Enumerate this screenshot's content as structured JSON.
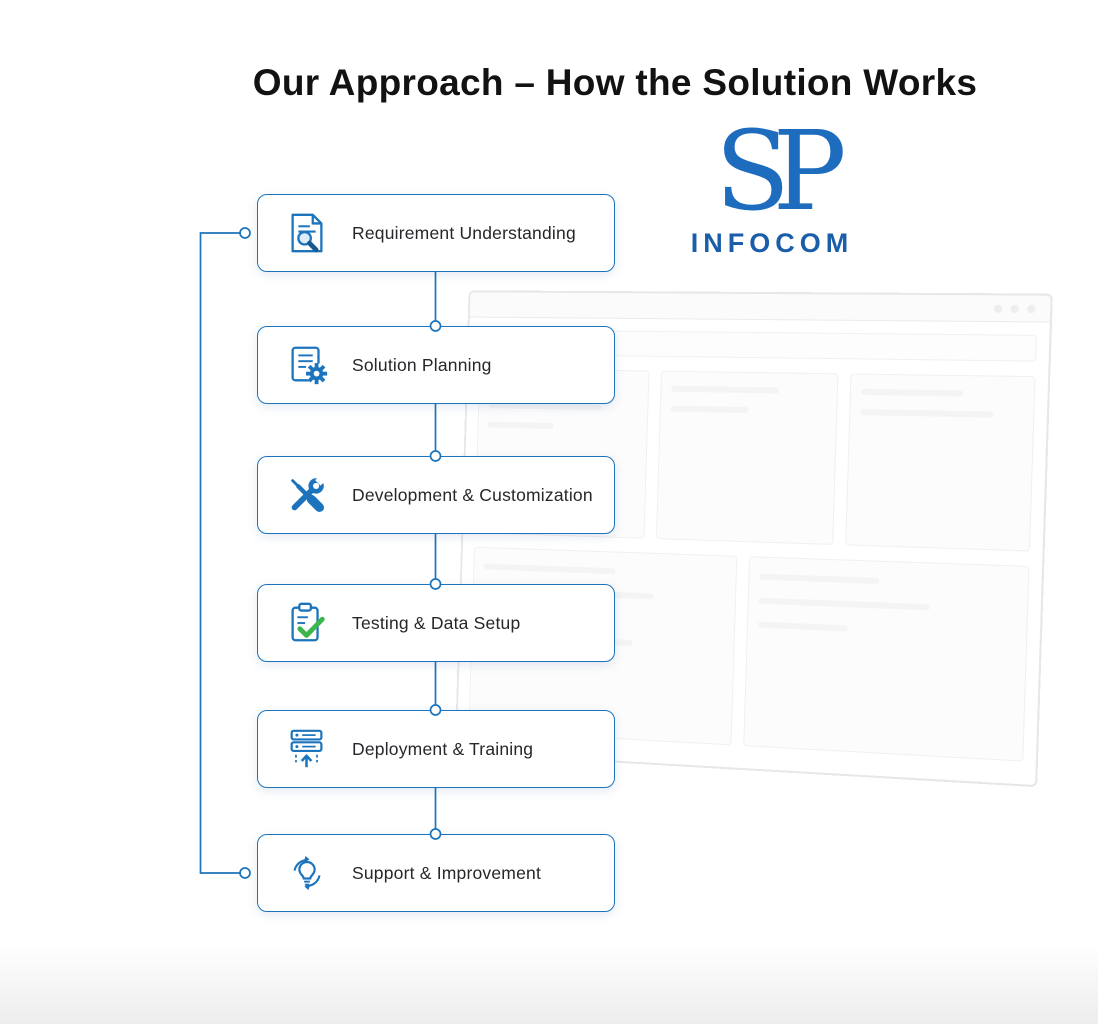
{
  "page": {
    "title": "Our Approach – How the Solution Works"
  },
  "logo": {
    "monogram": "SP",
    "company": "INFOCOM",
    "color": "#1e6cbe"
  },
  "colors": {
    "accent_blue": "#1c74bc",
    "title_text": "#121212",
    "step_text": "#26272a",
    "check_green": "#3cb54c"
  },
  "flow": {
    "steps": [
      {
        "label": "Requirement Understanding",
        "icon": "document-search-icon"
      },
      {
        "label": "Solution Planning",
        "icon": "scroll-gear-icon"
      },
      {
        "label": "Development & Customization",
        "icon": "crossed-tools-icon"
      },
      {
        "label": "Testing & Data Setup",
        "icon": "clipboard-check-icon"
      },
      {
        "label": "Deployment & Training",
        "icon": "server-upload-icon"
      },
      {
        "label": "Support & Improvement",
        "icon": "lightbulb-cycle-icon"
      }
    ]
  }
}
